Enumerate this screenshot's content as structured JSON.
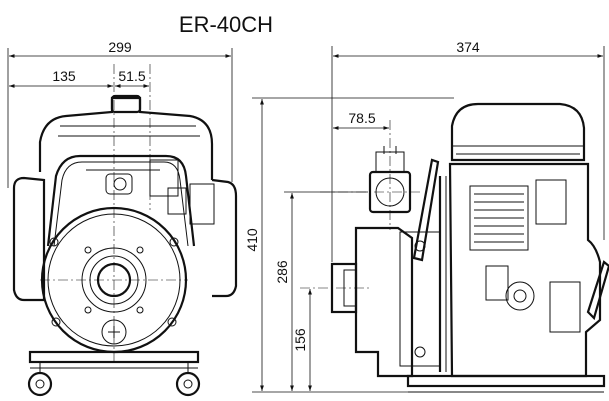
{
  "title": "ER-40CH",
  "front_view": {
    "dimensions": {
      "overall_width": "299",
      "left_to_center": "135",
      "center_offset": "51.5"
    }
  },
  "side_view": {
    "dimensions": {
      "overall_length": "374",
      "outlet_offset": "78.5",
      "overall_height": "410",
      "outlet_height": "286",
      "inlet_height": "156"
    }
  }
}
